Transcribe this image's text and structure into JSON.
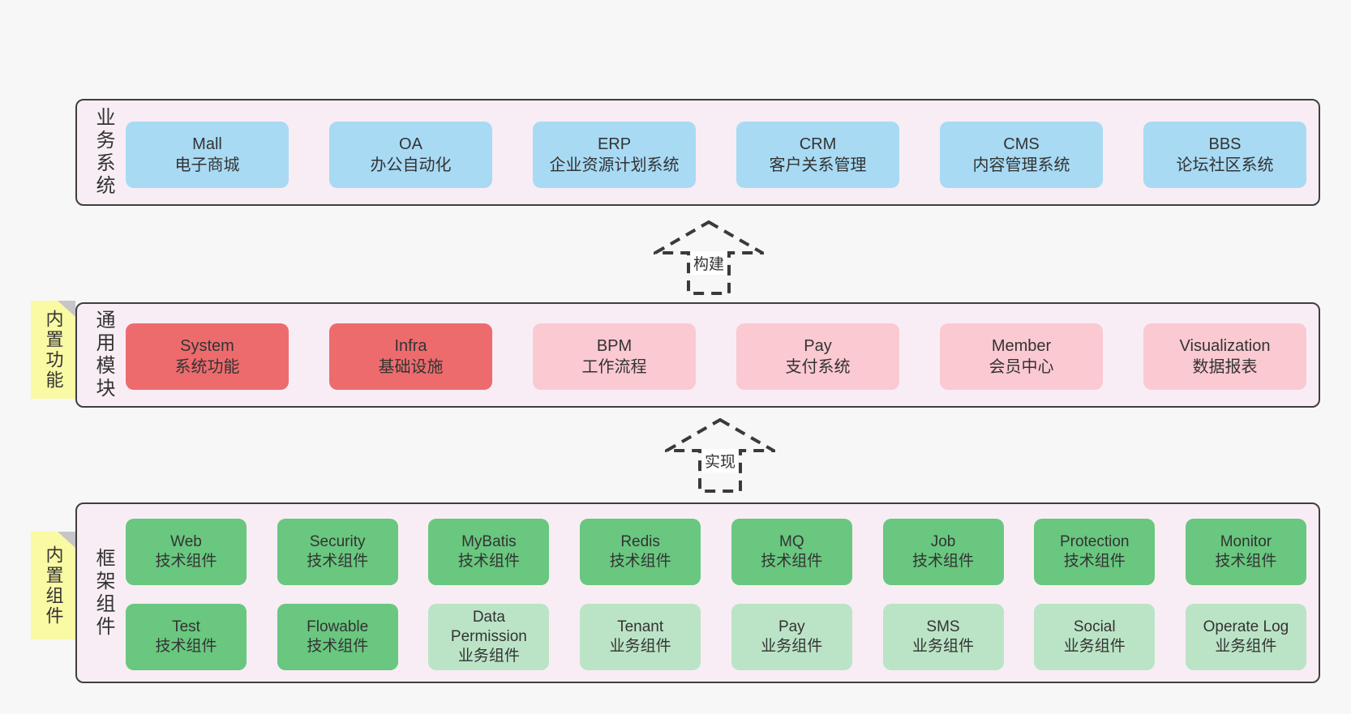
{
  "colors": {
    "page_bg": "#f7f7f7",
    "band_bg": "#f8edf5",
    "band_border": "#3f3f3f",
    "box_blue": "#a8daf4",
    "box_red": "#ed6b6d",
    "box_pink": "#fbc9d2",
    "box_green_dark": "#69c77f",
    "box_green_light": "#bbe4c6",
    "sticky_yellow": "#faf9a4",
    "sticky_fold_gray": "#c6c6c6",
    "text": "#333333",
    "arrow_stroke": "#3a3a3a"
  },
  "band_business": {
    "label": "业务系统",
    "boxes": [
      {
        "title": "Mall",
        "subtitle": "电子商城"
      },
      {
        "title": "OA",
        "subtitle": "办公自动化"
      },
      {
        "title": "ERP",
        "subtitle": "企业资源计划系统"
      },
      {
        "title": "CRM",
        "subtitle": "客户关系管理"
      },
      {
        "title": "CMS",
        "subtitle": "内容管理系统"
      },
      {
        "title": "BBS",
        "subtitle": "论坛社区系统"
      }
    ]
  },
  "arrow_build": {
    "label": "构建"
  },
  "band_modules": {
    "sticky": "内置功能",
    "label": "通用模块",
    "boxes": [
      {
        "title": "System",
        "subtitle": "系统功能",
        "variant": "red"
      },
      {
        "title": "Infra",
        "subtitle": "基础设施",
        "variant": "red"
      },
      {
        "title": "BPM",
        "subtitle": "工作流程",
        "variant": "pink"
      },
      {
        "title": "Pay",
        "subtitle": "支付系统",
        "variant": "pink"
      },
      {
        "title": "Member",
        "subtitle": "会员中心",
        "variant": "pink"
      },
      {
        "title": "Visualization",
        "subtitle": "数据报表",
        "variant": "pink"
      }
    ]
  },
  "arrow_implement": {
    "label": "实现"
  },
  "band_components": {
    "sticky": "内置组件",
    "label": "框架组件",
    "row1": [
      {
        "title": "Web",
        "subtitle": "技术组件",
        "variant": "green-dark"
      },
      {
        "title": "Security",
        "subtitle": "技术组件",
        "variant": "green-dark"
      },
      {
        "title": "MyBatis",
        "subtitle": "技术组件",
        "variant": "green-dark"
      },
      {
        "title": "Redis",
        "subtitle": "技术组件",
        "variant": "green-dark"
      },
      {
        "title": "MQ",
        "subtitle": "技术组件",
        "variant": "green-dark"
      },
      {
        "title": "Job",
        "subtitle": "技术组件",
        "variant": "green-dark"
      },
      {
        "title": "Protection",
        "subtitle": "技术组件",
        "variant": "green-dark"
      },
      {
        "title": "Monitor",
        "subtitle": "技术组件",
        "variant": "green-dark"
      }
    ],
    "row2": [
      {
        "title": "Test",
        "subtitle": "技术组件",
        "variant": "green-dark"
      },
      {
        "title": "Flowable",
        "subtitle": "技术组件",
        "variant": "green-dark"
      },
      {
        "title": "Data Permission",
        "subtitle": "业务组件",
        "variant": "green-light"
      },
      {
        "title": "Tenant",
        "subtitle": "业务组件",
        "variant": "green-light"
      },
      {
        "title": "Pay",
        "subtitle": "业务组件",
        "variant": "green-light"
      },
      {
        "title": "SMS",
        "subtitle": "业务组件",
        "variant": "green-light"
      },
      {
        "title": "Social",
        "subtitle": "业务组件",
        "variant": "green-light"
      },
      {
        "title": "Operate Log",
        "subtitle": "业务组件",
        "variant": "green-light"
      }
    ]
  }
}
